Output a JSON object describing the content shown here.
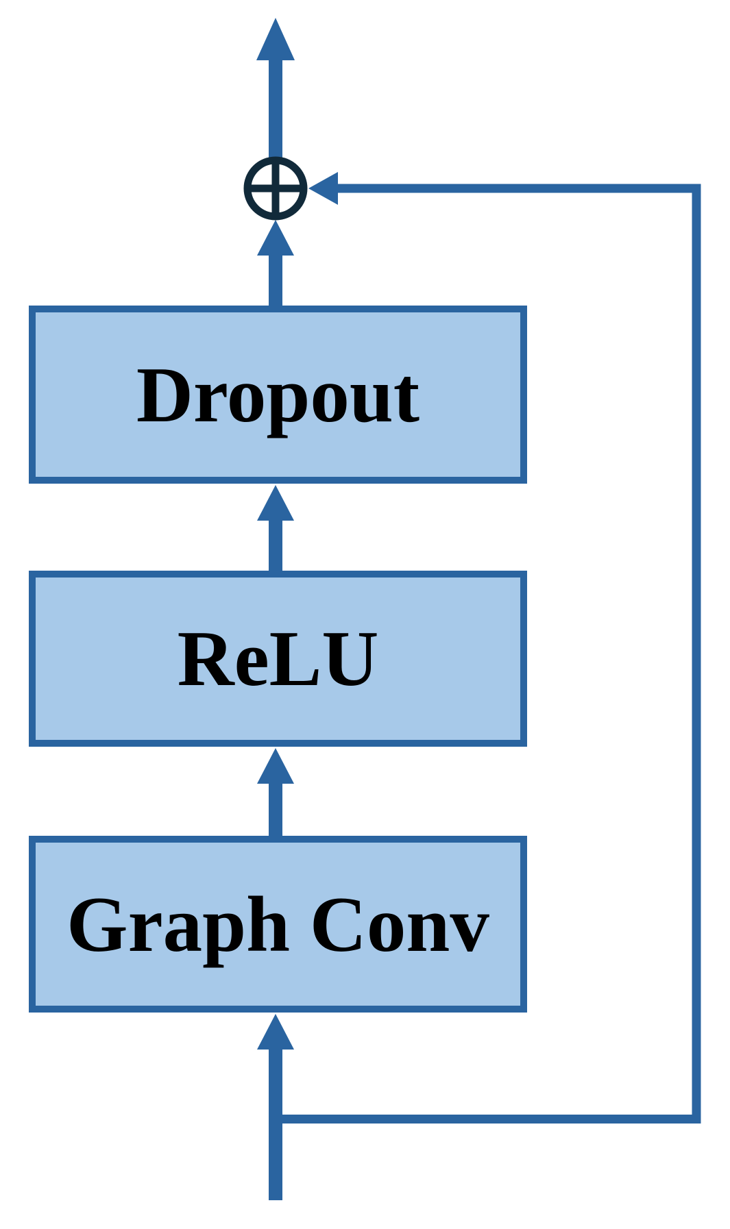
{
  "diagram": {
    "description": "Residual graph convolution block flow diagram",
    "blocks": [
      {
        "id": "graph-conv",
        "label": "Graph Conv"
      },
      {
        "id": "relu",
        "label": "ReLU"
      },
      {
        "id": "dropout",
        "label": "Dropout"
      }
    ],
    "operator": {
      "symbol": "⊕",
      "name": "element-wise-add"
    },
    "connections": [
      {
        "from": "input",
        "to": "graph-conv"
      },
      {
        "from": "graph-conv",
        "to": "relu"
      },
      {
        "from": "relu",
        "to": "dropout"
      },
      {
        "from": "dropout",
        "to": "add"
      },
      {
        "from": "input",
        "to": "add",
        "type": "skip-connection"
      },
      {
        "from": "add",
        "to": "output"
      }
    ],
    "colors": {
      "arrow": "#2a64a0",
      "box_fill": "#a7c9e9",
      "box_border": "#2a64a0",
      "add_symbol": "#112a3a",
      "text": "#000000",
      "background": "#ffffff"
    }
  }
}
